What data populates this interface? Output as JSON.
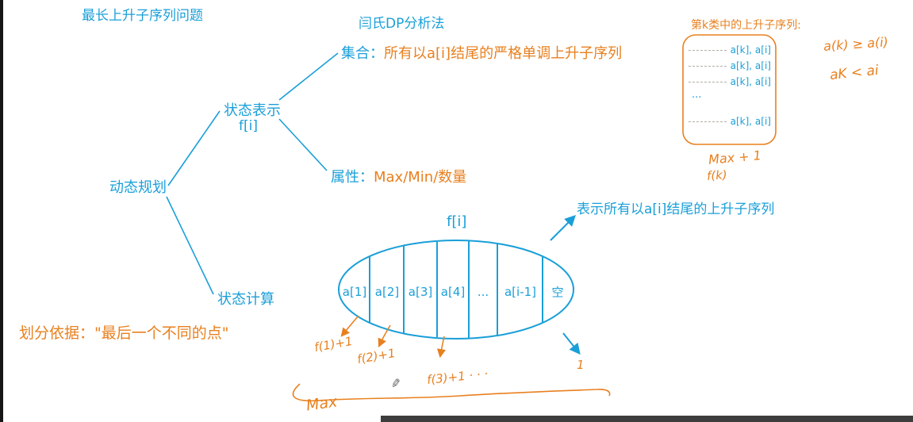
{
  "colors": {
    "blue": "#1a9fd8",
    "orange": "#e8801f"
  },
  "header": {
    "problem_title": "最长上升子序列问题",
    "method_title": "闫氏DP分析法"
  },
  "tree": {
    "root": "动态规划",
    "state_representation": "状态表示",
    "state_function": "f[i]",
    "state_computation": "状态计算",
    "set_label": "集合：",
    "set_text": "所有以a[i]结尾的严格单调上升子序列",
    "attribute_label": "属性：",
    "attribute_text": "Max/Min/数量"
  },
  "partition_note": "划分依据：\"最后一个不同的点\"",
  "k_class": {
    "title": "第k类中的上升子序列:",
    "rows": [
      "a[k], a[i]",
      "a[k], a[i]",
      "a[k], a[i]",
      "a[k], a[i]"
    ],
    "ellipsis": "...",
    "hw_compare_1": "a(k) ≥ a(i)",
    "hw_compare_2": "aK < ai",
    "hw_max_plus_one": "Max + 1",
    "hw_f_k": "f(k)"
  },
  "ellipse": {
    "label": "f[i]",
    "annotation": "表示所有以a[i]结尾的上升子序列",
    "cells": [
      "a[1]",
      "a[2]",
      "a[3]",
      "a[4]",
      "...",
      "a[i-1]",
      "空"
    ],
    "hw_f1": "f(1)+1",
    "hw_f2": "f(2)+1",
    "hw_f3": "f(3)+1 · · ·",
    "hw_one": "1",
    "hw_max": "Max"
  },
  "icons": {
    "pen": "✎"
  }
}
